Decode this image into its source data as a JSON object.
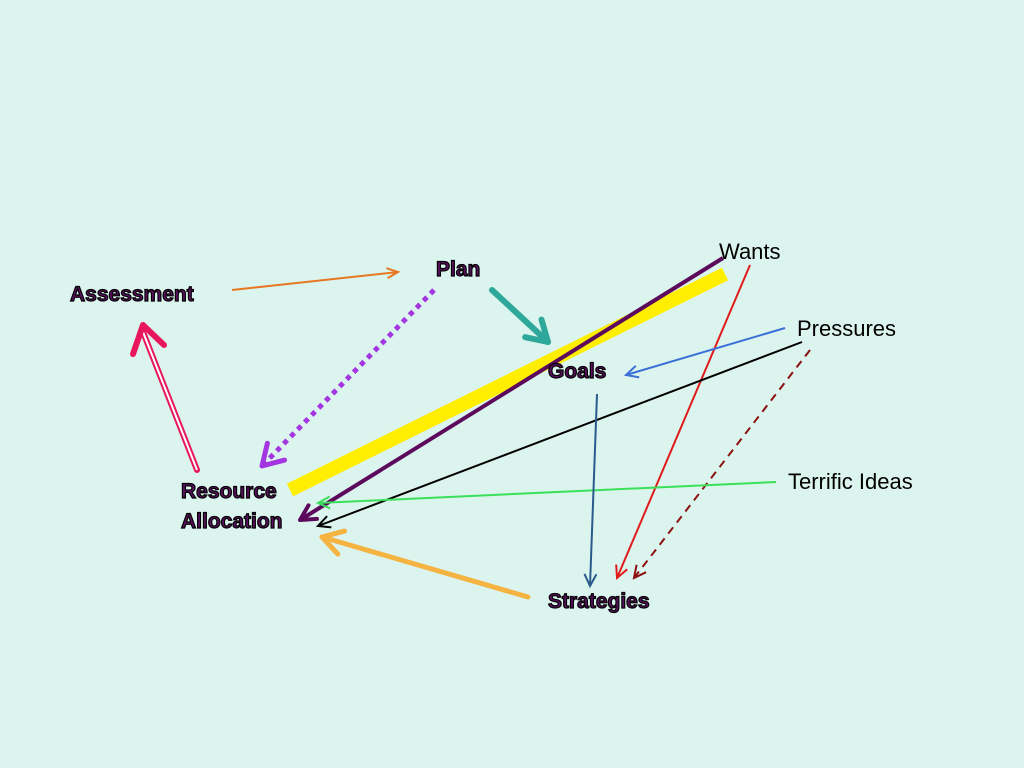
{
  "diagram": {
    "nodes": {
      "assessment": "Assessment",
      "plan": "Plan",
      "goals": "Goals",
      "resource_allocation": [
        "Resource",
        "Allocation"
      ],
      "strategies": "Strategies"
    },
    "inputs": {
      "wants": "Wants",
      "pressures": "Pressures",
      "terrific_ideas": "Terrific Ideas"
    },
    "edges": [
      {
        "from": "Assessment",
        "to": "Plan",
        "color": "#e87722",
        "style": "solid"
      },
      {
        "from": "Plan",
        "to": "Goals",
        "color": "#2ea89a",
        "style": "thick"
      },
      {
        "from": "Plan",
        "to": "Resource Allocation",
        "color": "#a336e0",
        "style": "dotted"
      },
      {
        "from": "Resource Allocation",
        "to": "Assessment",
        "color": "#e8175d",
        "style": "double"
      },
      {
        "from": "Wants",
        "to": "Resource Allocation",
        "color": "#ffee00",
        "style": "highlight"
      },
      {
        "from": "Wants",
        "to": "Resource Allocation",
        "color": "#5c0a5c",
        "style": "solid"
      },
      {
        "from": "Wants",
        "to": "Strategies",
        "color": "#e01b1b",
        "style": "solid"
      },
      {
        "from": "Pressures",
        "to": "Goals",
        "color": "#3a6fd8",
        "style": "solid"
      },
      {
        "from": "Pressures",
        "to": "Resource Allocation",
        "color": "#000000",
        "style": "solid"
      },
      {
        "from": "Pressures",
        "to": "Strategies",
        "color": "#8b1010",
        "style": "dashed"
      },
      {
        "from": "Terrific Ideas",
        "to": "Resource Allocation",
        "color": "#3ae05a",
        "style": "solid"
      },
      {
        "from": "Goals",
        "to": "Strategies",
        "color": "#2a5a8c",
        "style": "solid"
      },
      {
        "from": "Strategies",
        "to": "Resource Allocation",
        "color": "#f5b342",
        "style": "thick"
      }
    ]
  },
  "colors": {
    "background": "#dcf4ee",
    "node_text": "#5c1060"
  }
}
